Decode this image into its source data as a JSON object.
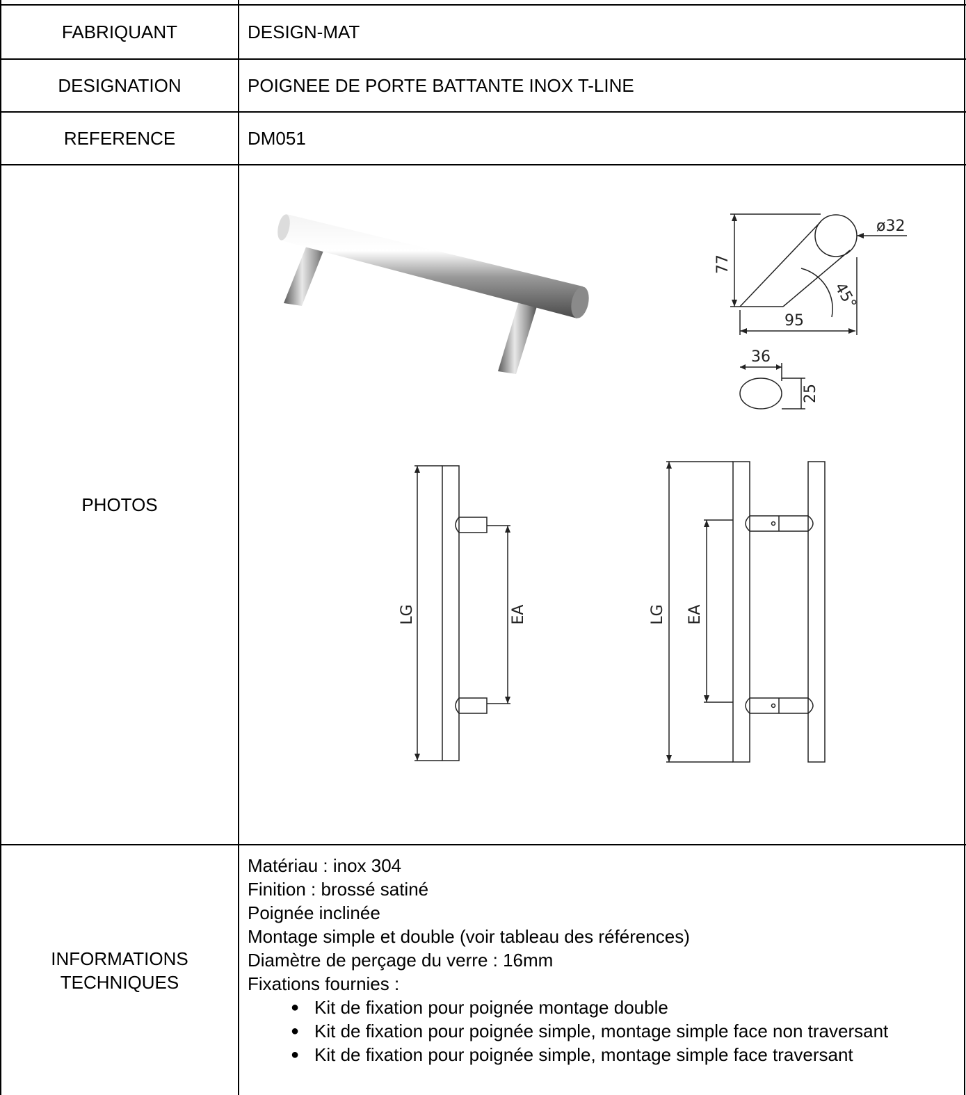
{
  "rows": {
    "fabriquant": {
      "label": "FABRIQUANT",
      "value": "DESIGN-MAT"
    },
    "designation": {
      "label": "DESIGNATION",
      "value": "POIGNEE DE PORTE BATTANTE INOX T-LINE"
    },
    "reference": {
      "label": "REFERENCE",
      "value": "DM051"
    },
    "photos": {
      "label": "PHOTOS"
    },
    "infos": {
      "label_line1": "INFORMATIONS",
      "label_line2": "TECHNIQUES",
      "lines": [
        "Matériau : inox 304",
        "Finition : brossé satiné",
        "Poignée inclinée",
        "Montage simple et double (voir tableau des références)",
        "Diamètre de perçage du verre : 16mm",
        "Fixations fournies :"
      ],
      "bullets": [
        "Kit de fixation pour poignée montage double",
        "Kit de fixation pour poignée simple, montage simple face non traversant",
        "Kit de fixation pour poignée simple, montage simple face traversant"
      ]
    }
  },
  "drawing_labels": {
    "diameter": "ø32",
    "height": "77",
    "angle": "45°",
    "depth": "95",
    "oval_width": "36",
    "oval_height": "25",
    "length_simple": "LG",
    "spacing_simple": "EA",
    "length_double": "LG",
    "spacing_double": "EA"
  }
}
